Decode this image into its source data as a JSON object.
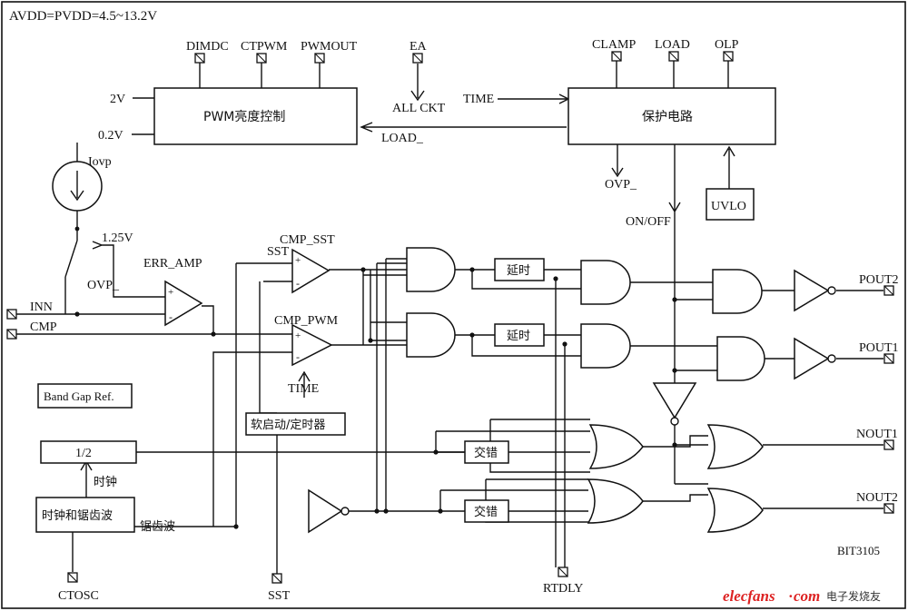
{
  "supply": "AVDD=PVDD=4.5~13.2V",
  "blocks": {
    "pwm": "PWM亮度控制",
    "protect": "保护电路",
    "uvlo": "UVLO",
    "bandgap": "Band Gap Ref.",
    "div": "1/2",
    "osc": "时钟和锯齿波",
    "softstart": "软启动/定时器",
    "delay1": "延时",
    "delay2": "延时",
    "cross1": "交错",
    "cross2": "交错"
  },
  "pins": {
    "dimdc": "DIMDC",
    "ctpwm": "CTPWM",
    "pwmout": "PWMOUT",
    "ea": "EA",
    "clamp": "CLAMP",
    "load": "LOAD",
    "olp": "OLP",
    "inn": "INN",
    "cmp": "CMP",
    "pout2": "POUT2",
    "pout1": "POUT1",
    "nout1": "NOUT1",
    "nout2": "NOUT2",
    "ctosc": "CTOSC",
    "sst": "SST",
    "rtdly": "RTDLY"
  },
  "labels": {
    "v2": "2V",
    "v02": "0.2V",
    "allckt": "ALL CKT",
    "time1": "TIME",
    "load_": "LOAD_",
    "iovp": "Iovp",
    "ovp_out": "OVP_",
    "onoff": "ON/OFF",
    "v125": "1.25V",
    "errAmp": "ERR_AMP",
    "ovp_in": "OVP_",
    "sst_in": "SST",
    "cmpSst": "CMP_SST",
    "cmpPwm": "CMP_PWM",
    "time2": "TIME",
    "clock": "时钟",
    "sawtooth": "锯齿波",
    "plus": "+",
    "minus": "-",
    "chip": "BIT3105",
    "wm_brand": "elecfans",
    "wm_dot": "·",
    "wm_com": "com",
    "wm_cn": "电子发烧友"
  }
}
